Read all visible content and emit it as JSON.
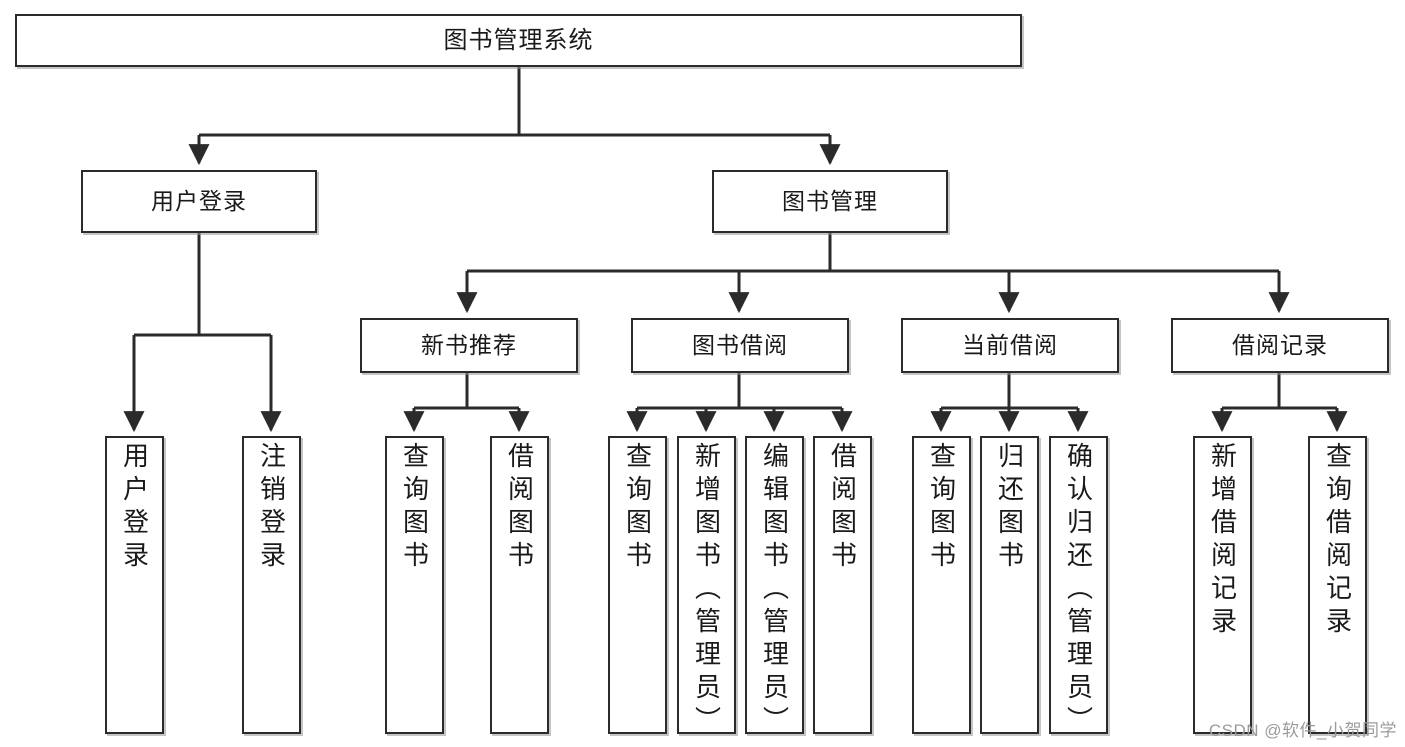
{
  "diagram": {
    "title": "图书管理系统",
    "watermark": "CSDN @软件_小贺同学",
    "colors": {
      "box_border": "#2b2b2b",
      "box_fill": "#ffffff",
      "connector": "#2b2b2b",
      "watermark": "#9b9b9b",
      "background": "#ffffff"
    },
    "root": {
      "label": "图书管理系统"
    },
    "level2": [
      {
        "label": "用户登录"
      },
      {
        "label": "图书管理"
      }
    ],
    "level3": [
      {
        "label": "新书推荐"
      },
      {
        "label": "图书借阅"
      },
      {
        "label": "当前借阅"
      },
      {
        "label": "借阅记录"
      }
    ],
    "leaves": [
      {
        "label": "用户登录",
        "parent": "用户登录"
      },
      {
        "label": "注销登录",
        "parent": "用户登录"
      },
      {
        "label": "查询图书",
        "parent": "新书推荐"
      },
      {
        "label": "借阅图书",
        "parent": "新书推荐"
      },
      {
        "label": "查询图书",
        "parent": "图书借阅"
      },
      {
        "label": "新增图书（管理员）",
        "parent": "图书借阅"
      },
      {
        "label": "编辑图书（管理员）",
        "parent": "图书借阅"
      },
      {
        "label": "借阅图书",
        "parent": "图书借阅"
      },
      {
        "label": "查询图书",
        "parent": "当前借阅"
      },
      {
        "label": "归还图书",
        "parent": "当前借阅"
      },
      {
        "label": "确认归还（管理员）",
        "parent": "当前借阅"
      },
      {
        "label": "新增借阅记录",
        "parent": "借阅记录"
      },
      {
        "label": "查询借阅记录",
        "parent": "借阅记录"
      }
    ]
  }
}
